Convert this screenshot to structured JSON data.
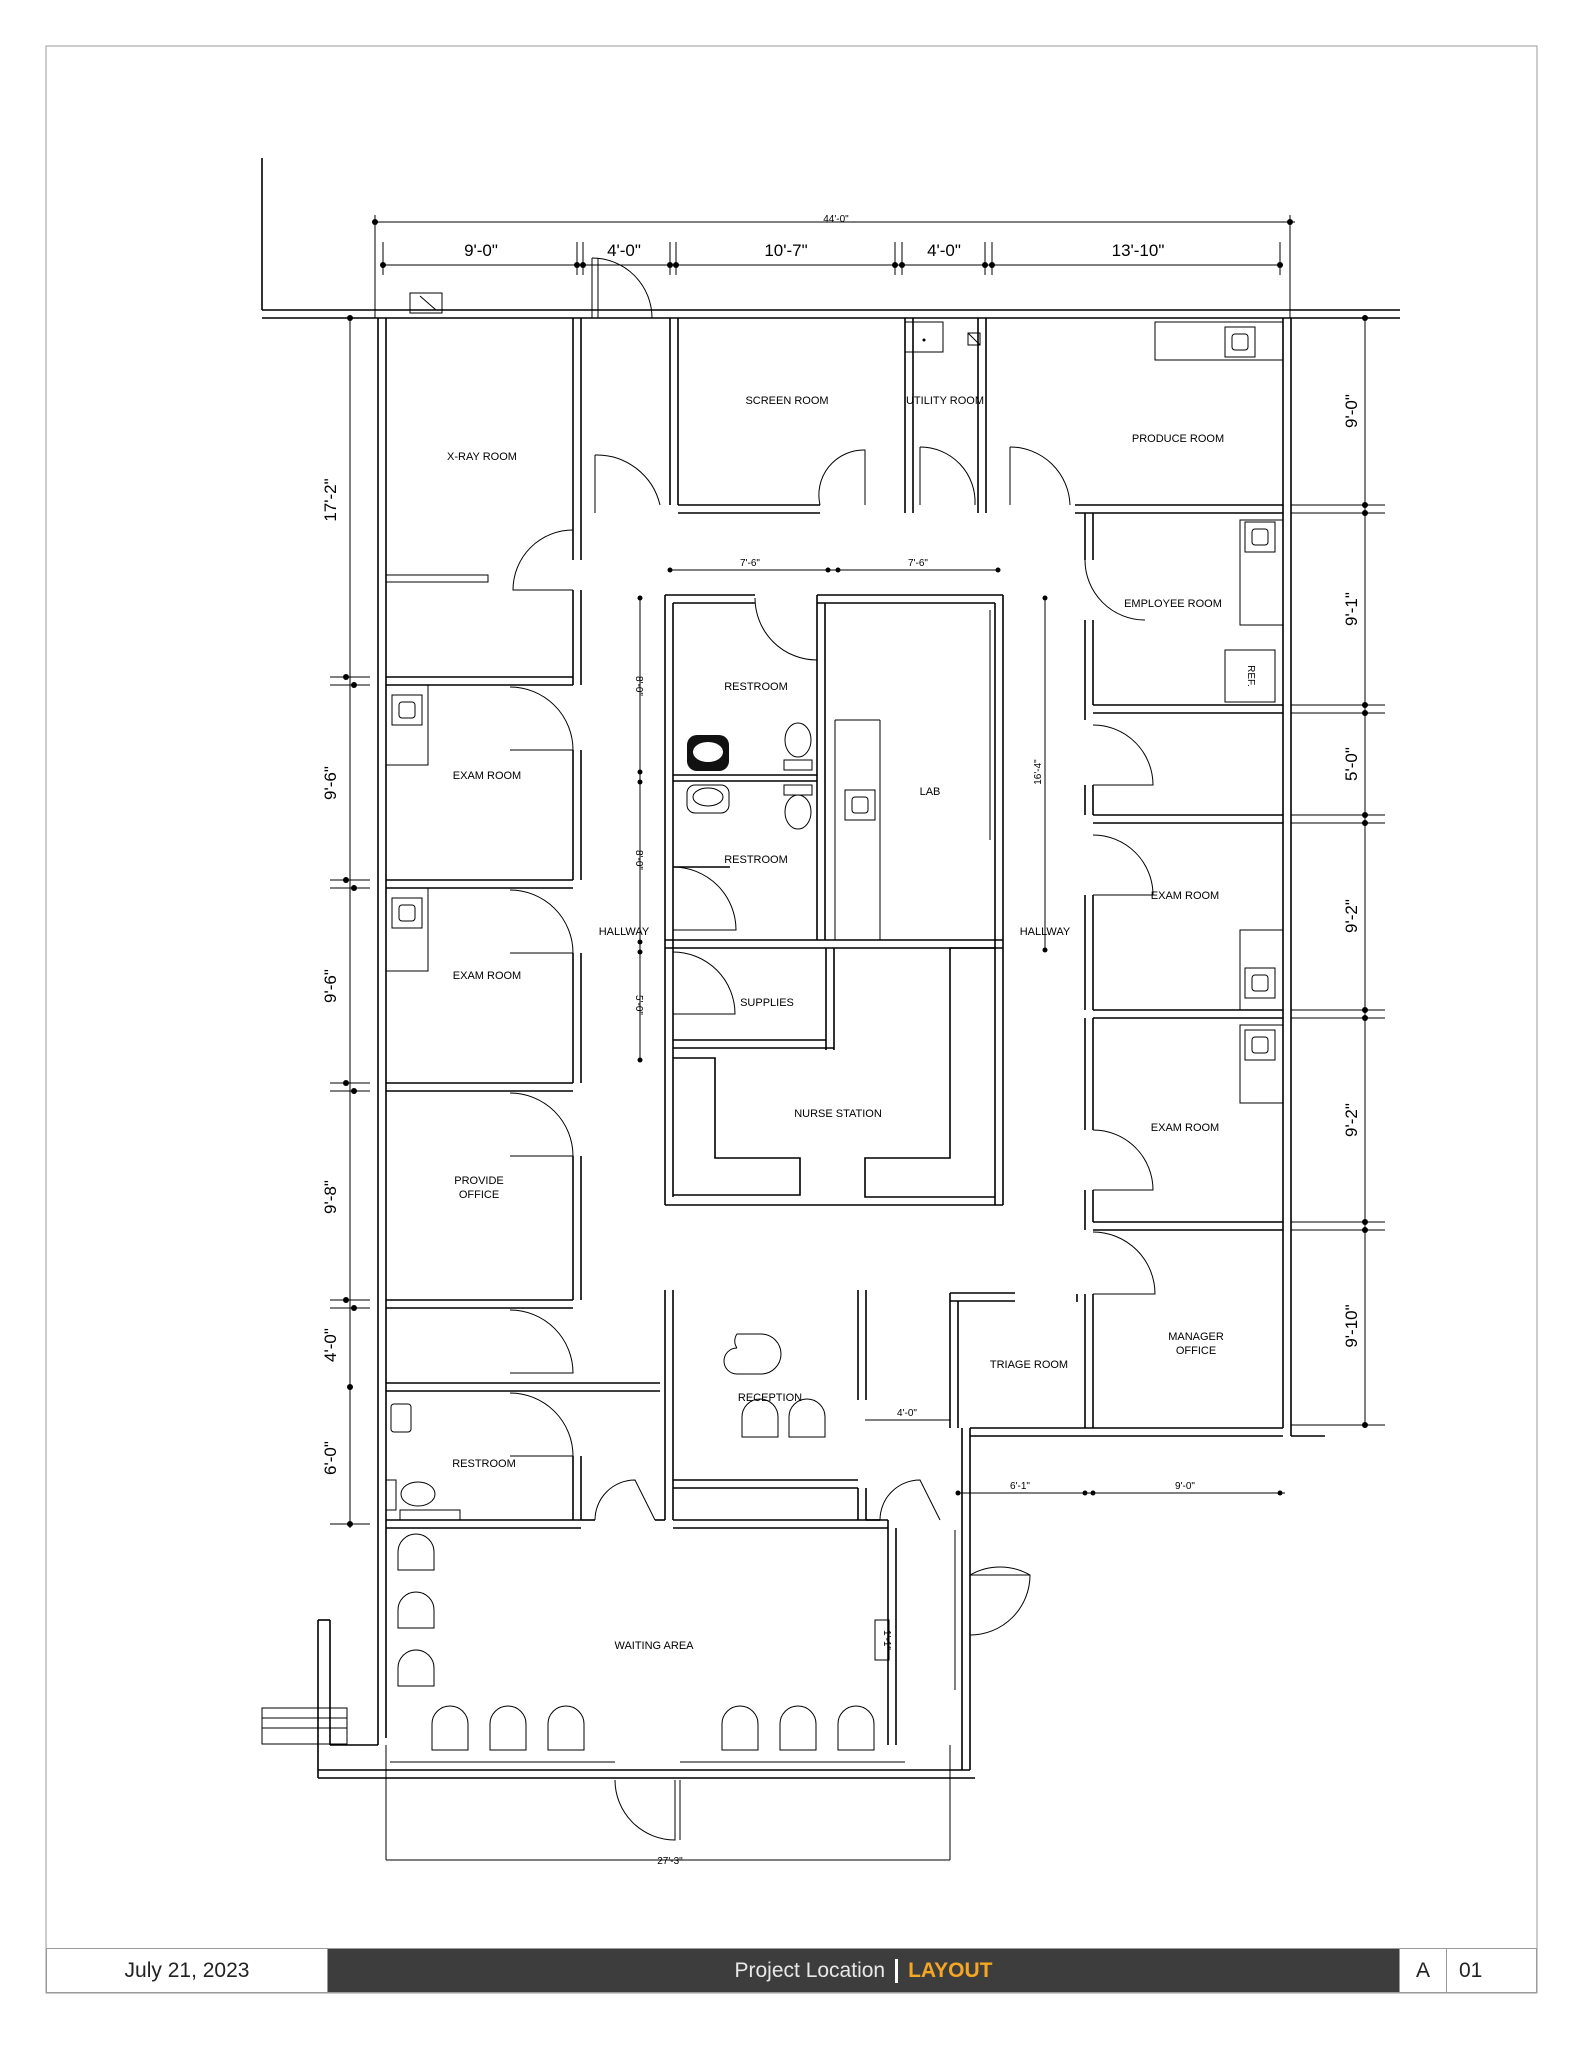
{
  "rooms": {
    "xray": "X-RAY ROOM",
    "screen": "SCREEN ROOM",
    "utility": "UTILITY ROOM",
    "produce": "PRODUCE ROOM",
    "employee": "EMPLOYEE ROOM",
    "restroom_upper": "RESTROOM",
    "restroom_lower": "RESTROOM",
    "lab": "LAB",
    "exam1": "EXAM ROOM",
    "exam2": "EXAM ROOM",
    "exam3": "EXAM ROOM",
    "exam4": "EXAM ROOM",
    "hallway_left": "HALLWAY",
    "hallway_right": "HALLWAY",
    "supplies": "SUPPLIES",
    "nurse_station": "NURSE STATION",
    "provide_office_1": "PROVIDE",
    "provide_office_2": "OFFICE",
    "manager_office_1": "MANAGER",
    "manager_office_2": "OFFICE",
    "triage": "TRIAGE ROOM",
    "reception": "RECEPTION",
    "restroom_front": "RESTROOM",
    "waiting": "WAITING AREA",
    "ref": "REF."
  },
  "dimensions": {
    "overall_top": "44'-0\"",
    "top_1": "9'-0\"",
    "top_2": "4'-0\"",
    "top_3": "10'-7\"",
    "top_4": "4'-0\"",
    "top_5": "13'-10\"",
    "left_1": "17'-2\"",
    "left_2": "9'-6\"",
    "left_3": "9'-6\"",
    "left_4": "9'-8\"",
    "left_5": "4'-0\"",
    "left_6": "6'-0\"",
    "right_1": "9'-0\"",
    "right_2": "9'-1\"",
    "right_3": "5'-0\"",
    "right_4": "9'-2\"",
    "right_5": "9'-2\"",
    "right_6": "9'-10\"",
    "inner_1": "7'-6\"",
    "inner_2": "7'-6\"",
    "inner_v1": "8'-0\"",
    "inner_v2": "8'-0\"",
    "inner_v3": "5'-0\"",
    "lab_v": "16'-4\"",
    "reception_w": "4'-0\"",
    "triage_w": "6'-1\"",
    "manager_w": "9'-0\"",
    "waiting_v": "1'-1\"",
    "bottom": "27'-3\""
  },
  "titleblock": {
    "date": "July 21, 2023",
    "project": "Project Location",
    "sheet_title": "LAYOUT",
    "sheet_letter": "A",
    "sheet_number": "01"
  },
  "colors": {
    "accent": "#f5a623",
    "bar": "#3d3d3d"
  }
}
